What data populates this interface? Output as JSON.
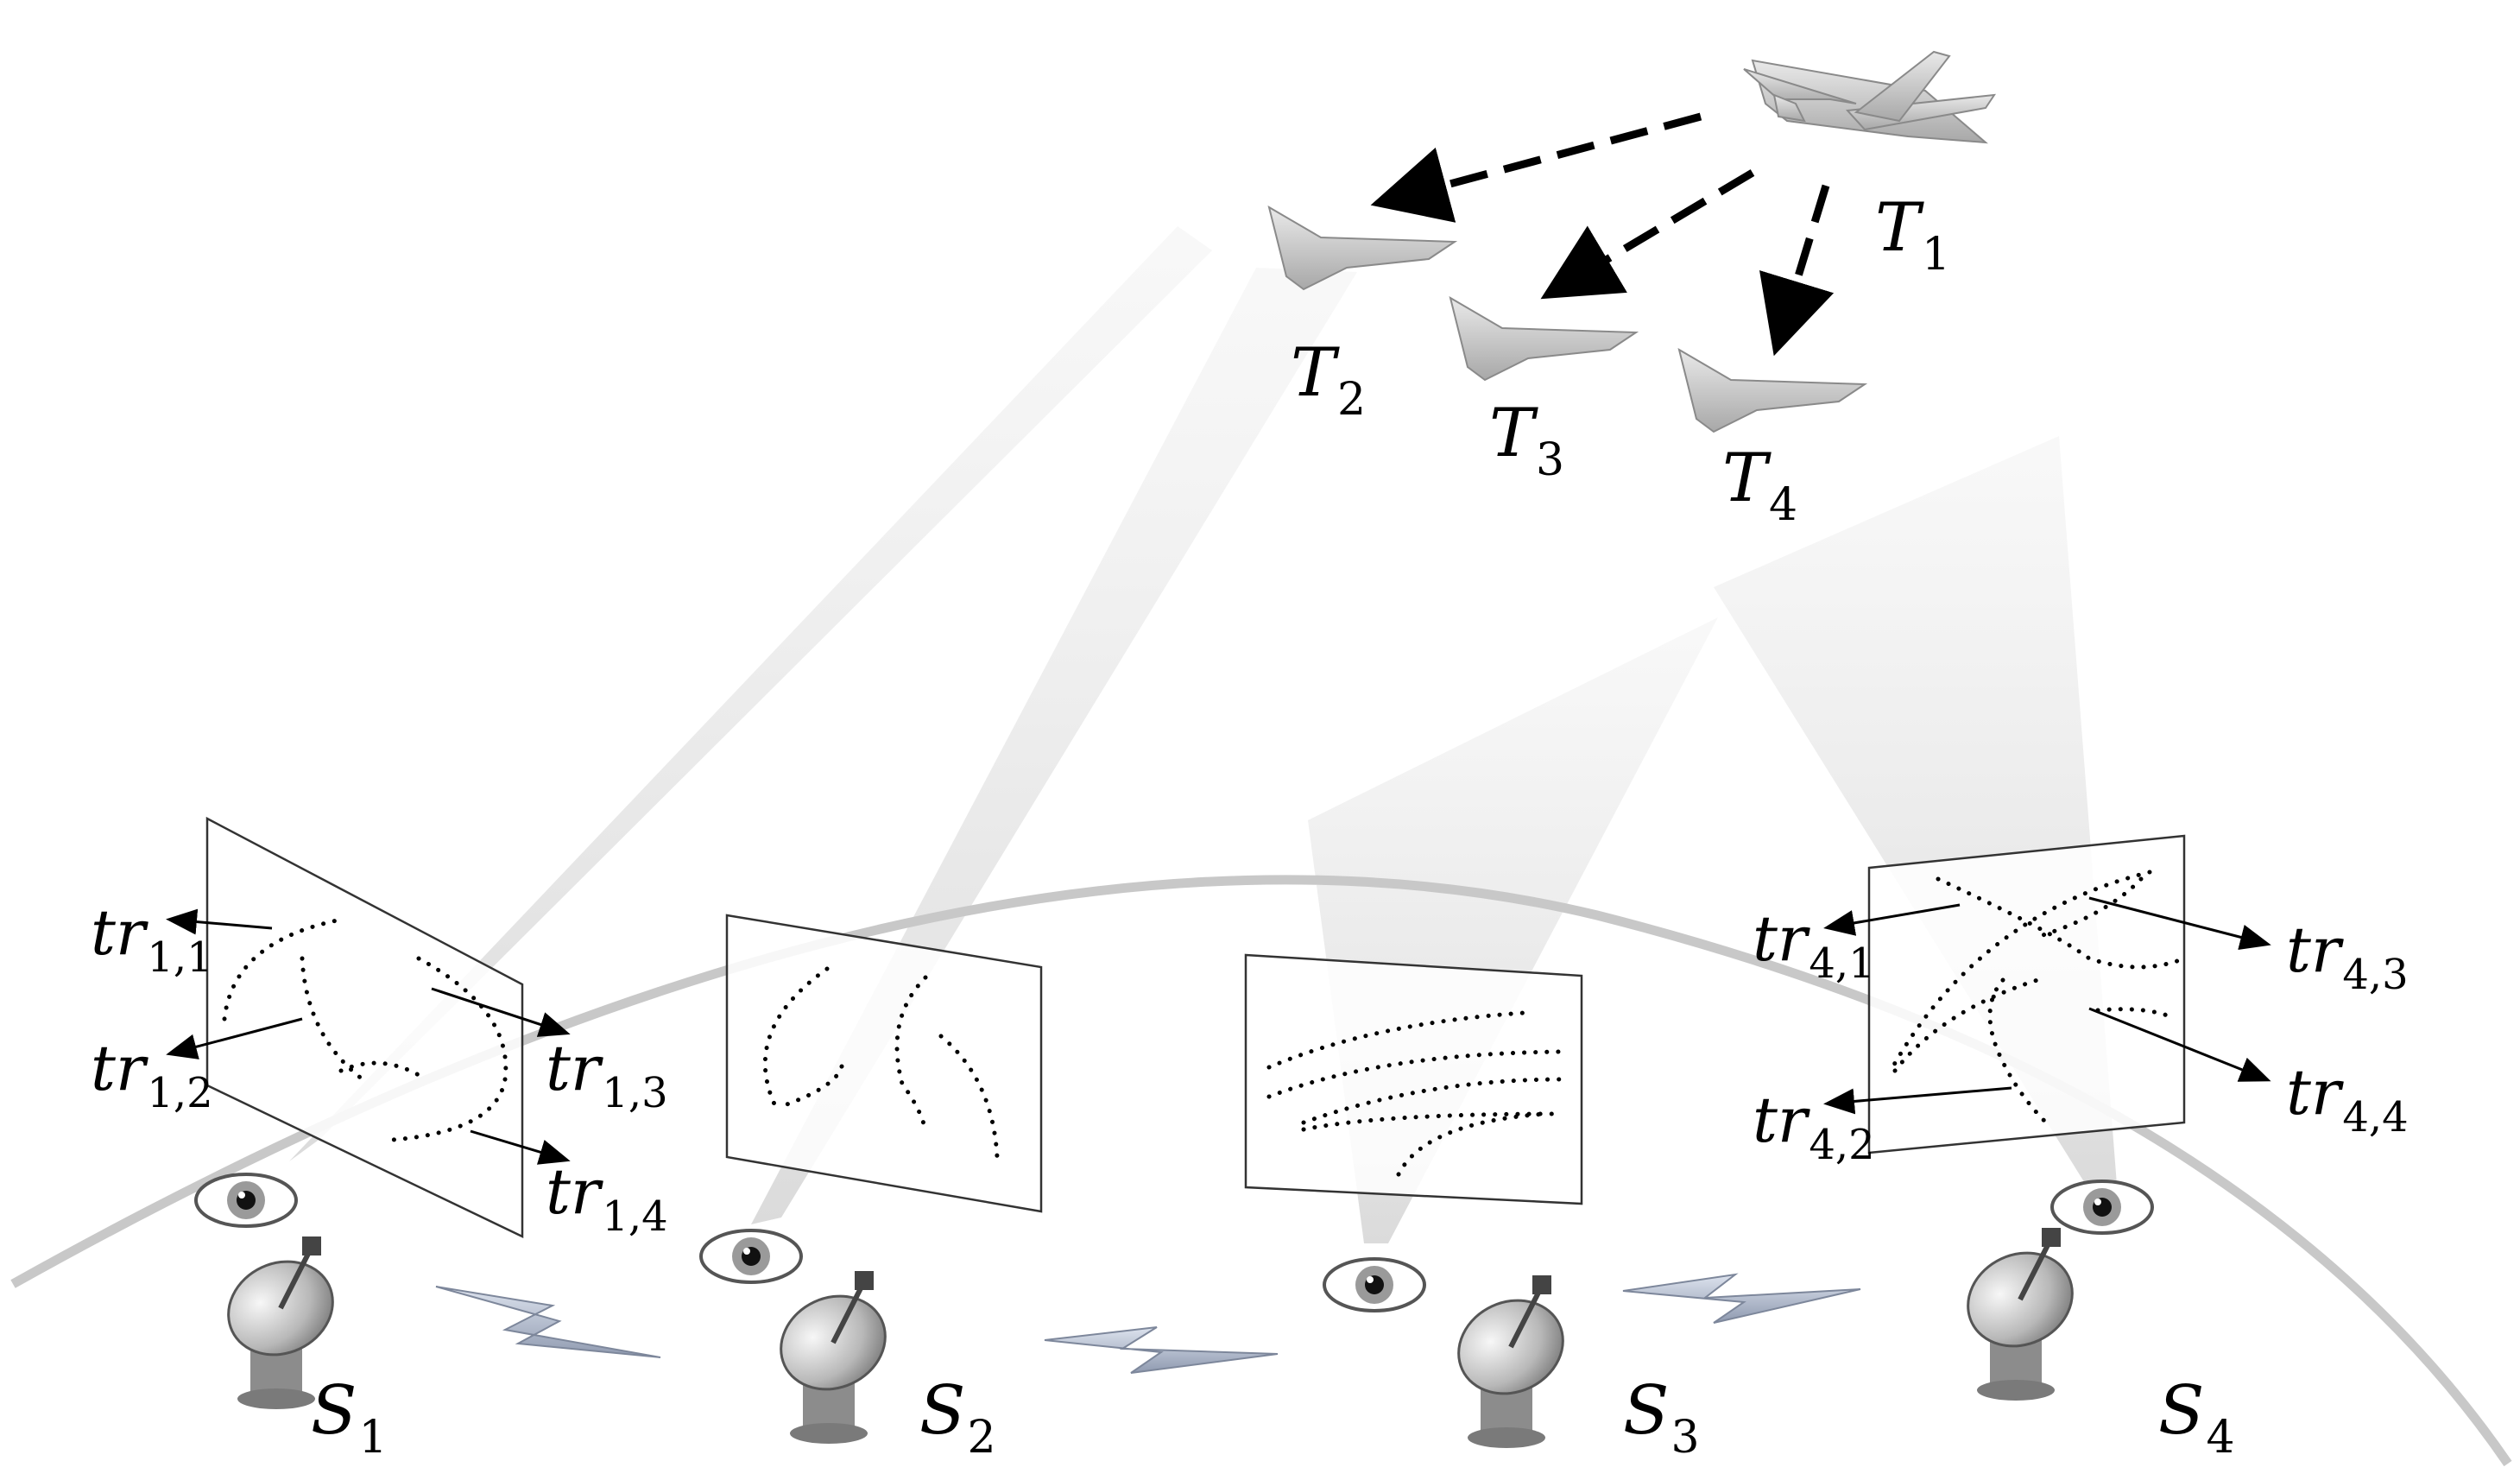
{
  "targets": [
    {
      "base": "T",
      "sub": "1"
    },
    {
      "base": "T",
      "sub": "2"
    },
    {
      "base": "T",
      "sub": "3"
    },
    {
      "base": "T",
      "sub": "4"
    }
  ],
  "sensors": [
    {
      "base": "S",
      "sub": "1"
    },
    {
      "base": "S",
      "sub": "2"
    },
    {
      "base": "S",
      "sub": "3"
    },
    {
      "base": "S",
      "sub": "4"
    }
  ],
  "tracks": [
    {
      "base": "tr",
      "sub": "1,1"
    },
    {
      "base": "tr",
      "sub": "1,2"
    },
    {
      "base": "tr",
      "sub": "1,3"
    },
    {
      "base": "tr",
      "sub": "1,4"
    },
    {
      "base": "tr",
      "sub": "4,1"
    },
    {
      "base": "tr",
      "sub": "4,2"
    },
    {
      "base": "tr",
      "sub": "4,3"
    },
    {
      "base": "tr",
      "sub": "4,4"
    }
  ],
  "colors": {
    "earth_arc": "#c8c8c8",
    "beam": "#e2e2e2",
    "aircraft": "#bdbdbd",
    "link_bolt": "#a9b3c6",
    "dish": "#b5b5b5"
  }
}
